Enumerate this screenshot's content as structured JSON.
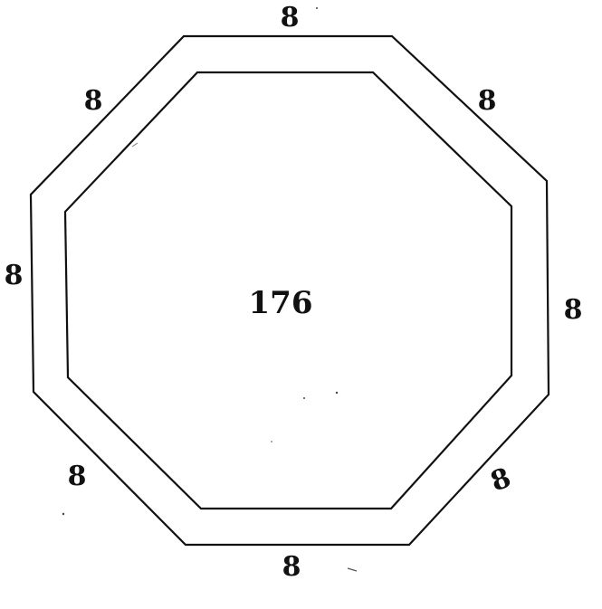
{
  "center_value": "176",
  "side_labels": {
    "top": "8",
    "top_left": "8",
    "top_right": "8",
    "left": "8",
    "right": "8",
    "bottom_left": "8",
    "bottom_right": "8",
    "bottom": "8"
  }
}
